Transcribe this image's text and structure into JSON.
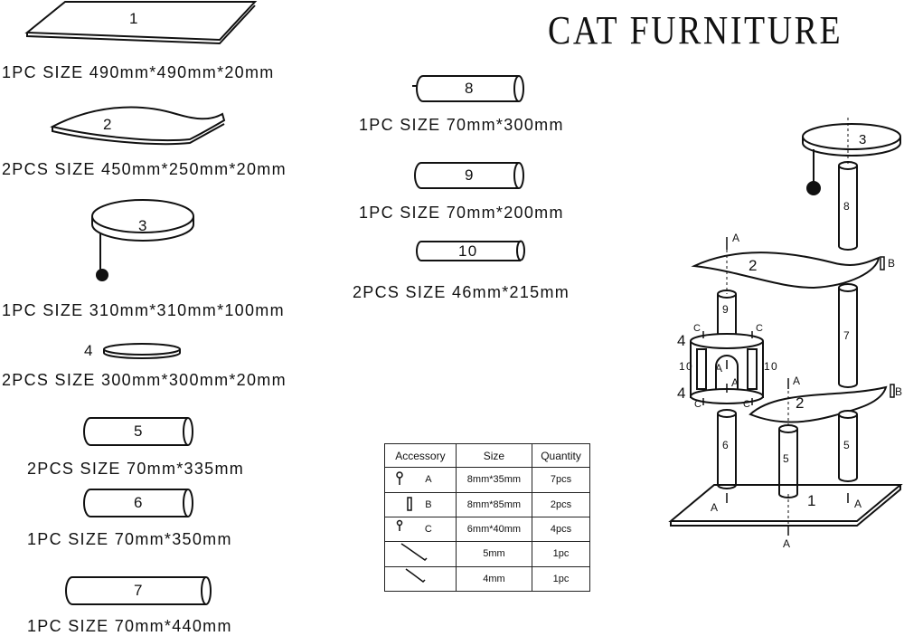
{
  "title": "CAT FURNITURE",
  "parts": [
    {
      "num": "1",
      "desc": "1PC  SIZE  490mm*490mm*20mm"
    },
    {
      "num": "2",
      "desc": "2PCS  SIZE  450mm*250mm*20mm"
    },
    {
      "num": "3",
      "desc": "1PC  SIZE  310mm*310mm*100mm"
    },
    {
      "num": "4",
      "desc": "2PCS  SIZE  300mm*300mm*20mm"
    },
    {
      "num": "5",
      "desc": "2PCS  SIZE  70mm*335mm"
    },
    {
      "num": "6",
      "desc": "1PC  SIZE  70mm*350mm"
    },
    {
      "num": "7",
      "desc": "1PC  SIZE  70mm*440mm"
    },
    {
      "num": "8",
      "desc": "1PC  SIZE  70mm*300mm"
    },
    {
      "num": "9",
      "desc": "1PC  SIZE  70mm*200mm"
    },
    {
      "num": "10",
      "desc": "2PCS  SIZE  46mm*215mm"
    }
  ],
  "accessory_table": {
    "headers": [
      "Accessory",
      "Size",
      "Quantity"
    ],
    "rows": [
      {
        "icon": "screw-icon",
        "code": "A",
        "size": "8mm*35mm",
        "qty": "7pcs"
      },
      {
        "icon": "bolt-icon",
        "code": "B",
        "size": "8mm*85mm",
        "qty": "2pcs"
      },
      {
        "icon": "screw-icon",
        "code": "C",
        "size": "6mm*40mm",
        "qty": "4pcs"
      },
      {
        "icon": "allen-key-icon",
        "code": "",
        "size": "5mm",
        "qty": "1pc"
      },
      {
        "icon": "allen-key-icon",
        "code": "",
        "size": "4mm",
        "qty": "1pc"
      }
    ]
  },
  "assembly": {
    "part_labels": [
      "1",
      "2",
      "2",
      "3",
      "4",
      "4",
      "5",
      "5",
      "6",
      "7",
      "8",
      "9",
      "10",
      "10"
    ],
    "hardware_labels": [
      "A",
      "A",
      "A",
      "A",
      "A",
      "A",
      "A",
      "B",
      "B",
      "C",
      "C",
      "C",
      "C"
    ]
  }
}
